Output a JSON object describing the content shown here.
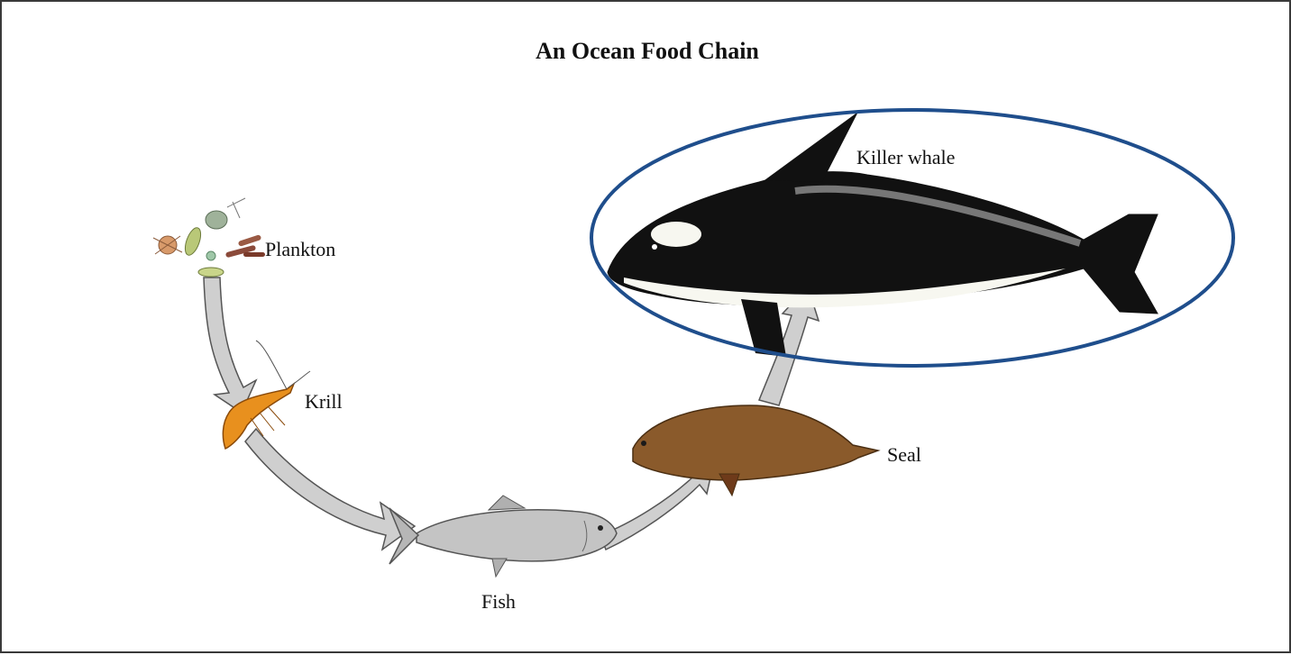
{
  "title": "An Ocean Food Chain",
  "organisms": {
    "plankton": "Plankton",
    "krill": "Krill",
    "fish": "Fish",
    "seal": "Seal",
    "killer_whale": "Killer whale"
  },
  "colors": {
    "arrow_fill": "#cfcfcf",
    "arrow_stroke": "#555555",
    "highlight_ellipse": "#1f4e8c",
    "krill": "#e8901e",
    "fish": "#c4c4c4",
    "seal": "#8a5a2b",
    "whale_body": "#111111",
    "whale_belly": "#f7f7f0"
  }
}
